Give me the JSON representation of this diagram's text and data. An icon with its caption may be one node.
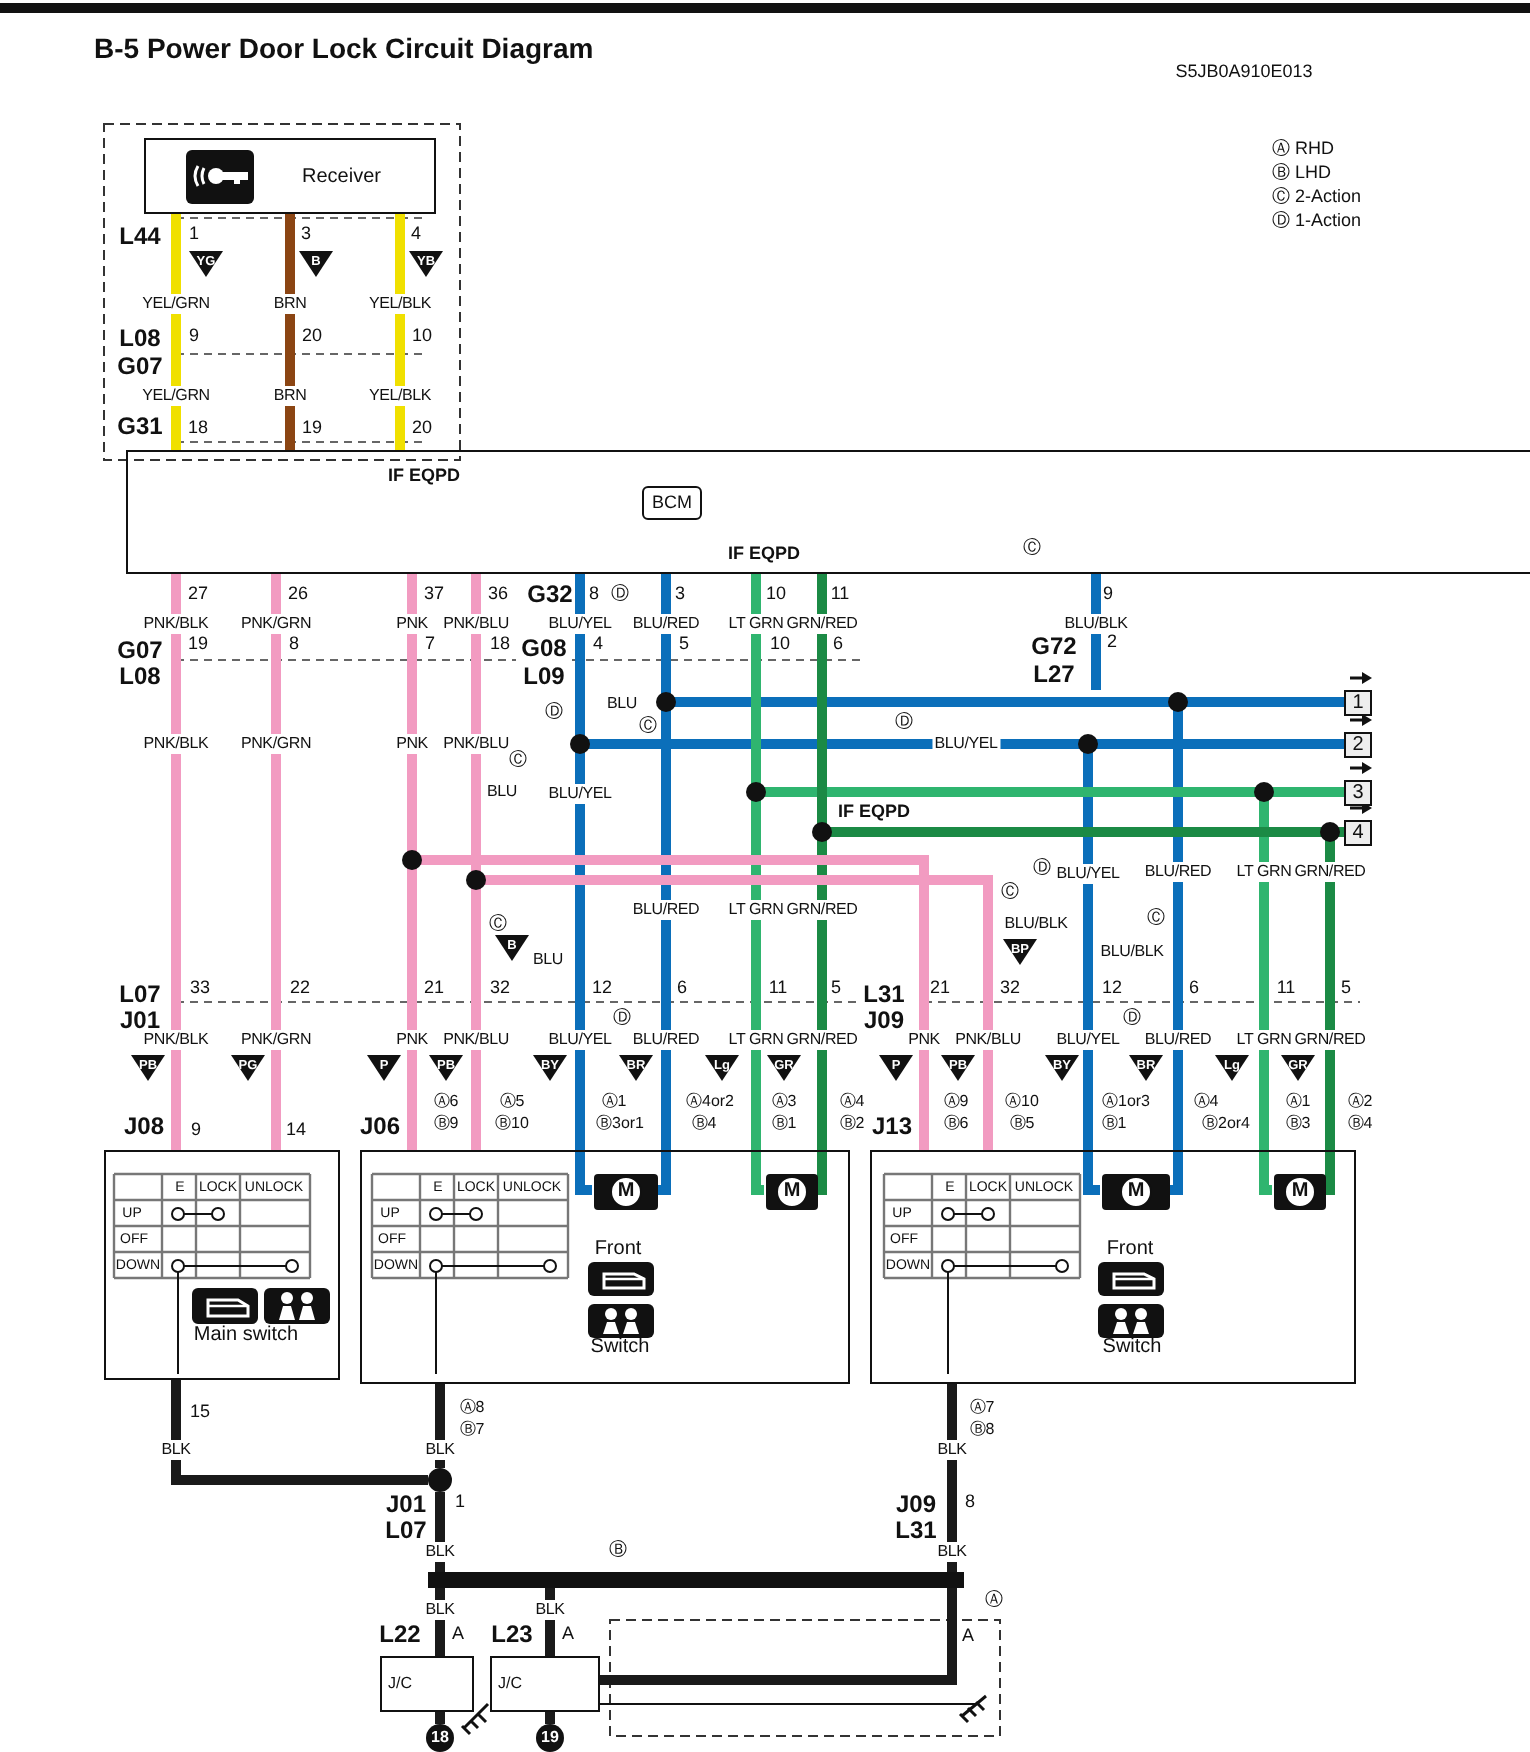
{
  "diagram": {
    "title": "B-5 Power Door Lock Circuit Diagram",
    "nodes": [
      {
        "text": [
          "Receiver"
        ]
      },
      {
        "text": [
          "BCM"
        ]
      },
      {
        "text": [
          "Main switch"
        ]
      },
      {
        "text": [
          "Front",
          "Switch"
        ]
      },
      {
        "text": [
          "M"
        ],
        "in": 3
      },
      {
        "text": [
          "M"
        ],
        "in": 3
      },
      {
        "text": [
          "Front",
          "Switch"
        ]
      },
      {
        "text": [
          "M"
        ],
        "in": 6
      },
      {
        "text": [
          "M"
        ],
        "in": 6
      },
      {
        "text": [
          "1"
        ]
      },
      {
        "text": [
          "2"
        ]
      },
      {
        "text": [
          "3"
        ]
      },
      {
        "text": [
          "4"
        ]
      },
      {
        "text": [
          "J/C"
        ]
      },
      {
        "text": [
          "J/C"
        ]
      },
      {
        "text": [
          "18"
        ]
      },
      {
        "text": [
          "19"
        ]
      },
      {
        "text": [],
        "shape": "circle"
      },
      {
        "text": [],
        "shape": "bar"
      }
    ],
    "edges": [
      {
        "from": 0,
        "to": 1,
        "arrow": "none",
        "color": "#f0e000"
      },
      {
        "from": 0,
        "to": 1,
        "arrow": "none",
        "color": "#8b4513"
      },
      {
        "from": 0,
        "to": 1,
        "arrow": "none",
        "color": "#f0e000"
      },
      {
        "from": 1,
        "to": 2,
        "arrow": "none",
        "color": "#f29bc1"
      },
      {
        "from": 1,
        "to": 2,
        "arrow": "none",
        "color": "#f29bc1"
      },
      {
        "from": 1,
        "to": 3,
        "arrow": "none",
        "color": "#f29bc1"
      },
      {
        "from": 1,
        "to": 3,
        "arrow": "none",
        "color": "#f29bc1"
      },
      {
        "from": 1,
        "to": 4,
        "arrow": "none",
        "color": "#0b6fba"
      },
      {
        "from": 1,
        "to": 4,
        "arrow": "none",
        "color": "#0b6fba"
      },
      {
        "from": 1,
        "to": 5,
        "arrow": "none",
        "color": "#2fb56f"
      },
      {
        "from": 1,
        "to": 5,
        "arrow": "none",
        "color": "#1b8a45"
      },
      {
        "from": 1,
        "to": 6,
        "arrow": "none",
        "color": "#f29bc1"
      },
      {
        "from": 1,
        "to": 6,
        "arrow": "none",
        "color": "#f29bc1"
      },
      {
        "from": 1,
        "to": 9,
        "arrow": "none",
        "color": "#0b6fba"
      },
      {
        "from": 1,
        "to": 7,
        "arrow": "none",
        "color": "#0b6fba"
      },
      {
        "from": 1,
        "to": 10,
        "arrow": "none",
        "color": "#0b6fba"
      },
      {
        "from": 1,
        "to": 7,
        "arrow": "none",
        "color": "#0b6fba"
      },
      {
        "from": 1,
        "to": 11,
        "arrow": "none",
        "color": "#2fb56f"
      },
      {
        "from": 1,
        "to": 8,
        "arrow": "none",
        "color": "#2fb56f"
      },
      {
        "from": 1,
        "to": 12,
        "arrow": "none",
        "color": "#1b8a45"
      },
      {
        "from": 1,
        "to": 8,
        "arrow": "none",
        "color": "#1b8a45"
      },
      {
        "from": 1,
        "to": null,
        "arrow": "none",
        "color": "#0b6fba"
      },
      {
        "from": 2,
        "to": 17,
        "arrow": "none",
        "color": "#1a1a1a"
      },
      {
        "from": 3,
        "to": 17,
        "arrow": "none",
        "color": "#1a1a1a"
      },
      {
        "from": 17,
        "to": 18,
        "arrow": "none",
        "color": "#1a1a1a"
      },
      {
        "from": 6,
        "to": 18,
        "arrow": "none",
        "color": "#1a1a1a"
      },
      {
        "from": 18,
        "to": 13,
        "arrow": "none",
        "color": "#1a1a1a"
      },
      {
        "from": 18,
        "to": 14,
        "arrow": "none",
        "color": "#1a1a1a"
      },
      {
        "from": 13,
        "to": 15,
        "arrow": "none",
        "color": "#1a1a1a"
      },
      {
        "from": 14,
        "to": 16,
        "arrow": "none",
        "color": "#1a1a1a"
      },
      {
        "from": 18,
        "to": 14,
        "arrow": "none",
        "color": "#1a1a1a"
      }
    ],
    "labels": [
      "S5JB0A910E013",
      "L44",
      "1",
      "3",
      "4",
      "YG",
      "B",
      "YB",
      "YEL/GRN",
      "BRN",
      "YEL/BLK",
      "L08",
      "9",
      "20",
      "10",
      "G07",
      "YEL/GRN",
      "BRN",
      "YEL/BLK",
      "G31",
      "18",
      "19",
      "20",
      "IF EQPD",
      "IF EQPD",
      "Ⓒ",
      "27",
      "26",
      "37",
      "36",
      "G32",
      "8",
      "Ⓓ",
      "3",
      "10",
      "11",
      "9",
      "PNK/BLK",
      "PNK/GRN",
      "PNK",
      "PNK/BLU",
      "BLU/YEL",
      "BLU/RED",
      "LT GRN",
      "GRN/RED",
      "BLU/BLK",
      "G07",
      "19",
      "8",
      "7",
      "18",
      "G08",
      "4",
      "5",
      "10",
      "6",
      "G72",
      "2",
      "L08",
      "L09",
      "L27",
      "Ⓓ",
      "BLU",
      "Ⓒ",
      "Ⓓ",
      "PNK/BLK",
      "PNK/GRN",
      "PNK",
      "PNK/BLU",
      "BLU/YEL",
      "Ⓒ",
      "BLU",
      "BLU/YEL",
      "IF EQPD",
      "Ⓓ",
      "BLU/YEL",
      "BLU/RED",
      "LT GRN",
      "GRN/RED",
      "Ⓒ",
      "Ⓒ",
      "BLU/RED",
      "LT GRN",
      "GRN/RED",
      "BLU/BLK",
      "Ⓒ",
      "B",
      "BLU",
      "BP",
      "BLU/BLK",
      "L07",
      "33",
      "22",
      "21",
      "32",
      "12",
      "6",
      "11",
      "5",
      "L31",
      "21",
      "32",
      "12",
      "6",
      "11",
      "5",
      "J01",
      "Ⓓ",
      "J09",
      "Ⓓ",
      "PNK/BLK",
      "PNK/GRN",
      "PNK",
      "PNK/BLU",
      "BLU/YEL",
      "BLU/RED",
      "LT GRN",
      "GRN/RED",
      "PNK",
      "PNK/BLU",
      "BLU/YEL",
      "BLU/RED",
      "LT GRN",
      "GRN/RED",
      "PB",
      "PG",
      "P",
      "PB",
      "BY",
      "BR",
      "Lg",
      "GR",
      "P",
      "PB",
      "BY",
      "BR",
      "Lg",
      "GR",
      "Ⓐ6",
      "Ⓐ5",
      "Ⓐ1",
      "Ⓐ4or2",
      "Ⓐ3",
      "Ⓐ4",
      "Ⓐ9",
      "Ⓐ10",
      "Ⓐ1or3",
      "Ⓐ4",
      "Ⓐ1",
      "Ⓐ2",
      "J08",
      "9",
      "14",
      "J06",
      "Ⓑ9",
      "Ⓑ10",
      "Ⓑ3or1",
      "Ⓑ4",
      "Ⓑ1",
      "Ⓑ2",
      "J13",
      "Ⓑ6",
      "Ⓑ5",
      "Ⓑ1",
      "Ⓑ2or4",
      "Ⓑ3",
      "Ⓑ4",
      "E",
      "LOCK",
      "UNLOCK",
      "UP",
      "OFF",
      "DOWN",
      "E",
      "LOCK",
      "UNLOCK",
      "UP",
      "OFF",
      "DOWN",
      "E",
      "LOCK",
      "UNLOCK",
      "UP",
      "OFF",
      "DOWN",
      "15",
      "Ⓐ8",
      "Ⓐ7",
      "Ⓑ7",
      "Ⓑ8",
      "BLK",
      "BLK",
      "BLK",
      "J01",
      "1",
      "J09",
      "8",
      "L07",
      "L31",
      "BLK",
      "Ⓑ",
      "BLK",
      "Ⓐ",
      "BLK",
      "BLK",
      "L22",
      "A",
      "L23",
      "A",
      "A"
    ],
    "legend": [
      {
        "text": "Ⓐ RHD"
      },
      {
        "text": "Ⓑ LHD"
      },
      {
        "text": "Ⓒ 2-Action"
      },
      {
        "text": "Ⓓ 1-Action"
      }
    ]
  }
}
